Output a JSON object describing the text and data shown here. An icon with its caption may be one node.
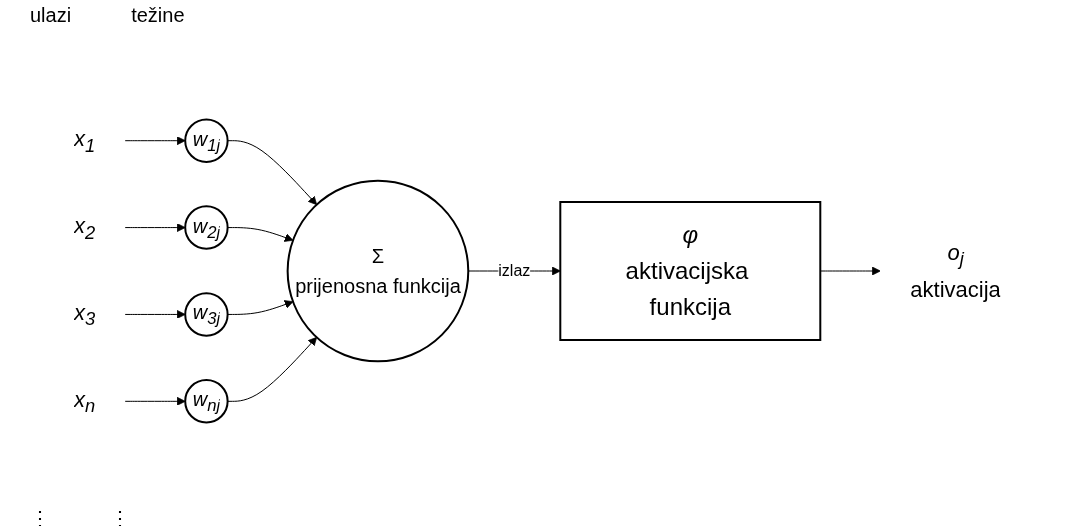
{
  "diagram": {
    "nodes": [
      {
        "text": [
          "x$_{1}$"
        ]
      },
      {
        "text": [
          "w$_{1j}$"
        ]
      },
      {
        "text": [
          "x$_{2}$"
        ]
      },
      {
        "text": [
          "w$_{2j}$"
        ]
      },
      {
        "text": [
          "x$_{3}$"
        ]
      },
      {
        "text": [
          "w$_{3j}$"
        ]
      },
      {
        "text": [
          "x$_{n}$"
        ]
      },
      {
        "text": [
          "w$_{nj}$"
        ]
      },
      {
        "text": [
          "Σ",
          "prijenosna funkcija"
        ]
      },
      {
        "text": [
          "φ",
          "aktivacijska funkcija"
        ]
      },
      {
        "text": [
          "o$_{j}$"
        ],
        "beside": [
          "aktivacija"
        ]
      }
    ],
    "edges": [
      {
        "from": 0,
        "to": 1,
        "arrow": "to"
      },
      {
        "from": 2,
        "to": 3,
        "arrow": "to"
      },
      {
        "from": 4,
        "to": 5,
        "arrow": "to"
      },
      {
        "from": 6,
        "to": 7,
        "arrow": "to"
      },
      {
        "from": 1,
        "to": 8,
        "arrow": "to"
      },
      {
        "from": 3,
        "to": 8,
        "arrow": "to"
      },
      {
        "from": 5,
        "to": 8,
        "arrow": "to"
      },
      {
        "from": 7,
        "to": 8,
        "arrow": "to"
      },
      {
        "from": 8,
        "to": 9,
        "arrow": "to",
        "label": "izlaz"
      },
      {
        "from": 9,
        "to": 10,
        "arrow": "to"
      }
    ],
    "labels": [
      "ulazi",
      "težine",
      "⋮",
      "⋮"
    ]
  }
}
